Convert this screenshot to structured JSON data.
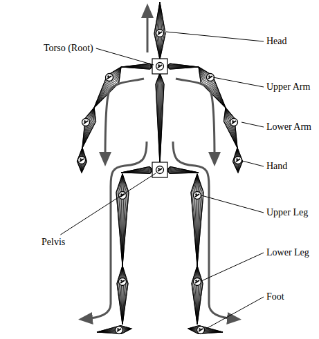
{
  "diagram": {
    "labels": [
      "Head",
      "Torso (Root)",
      "Upper Arm",
      "Lower Arm",
      "Hand",
      "Pelvis",
      "Upper Leg",
      "Lower Leg",
      "Foot"
    ]
  }
}
